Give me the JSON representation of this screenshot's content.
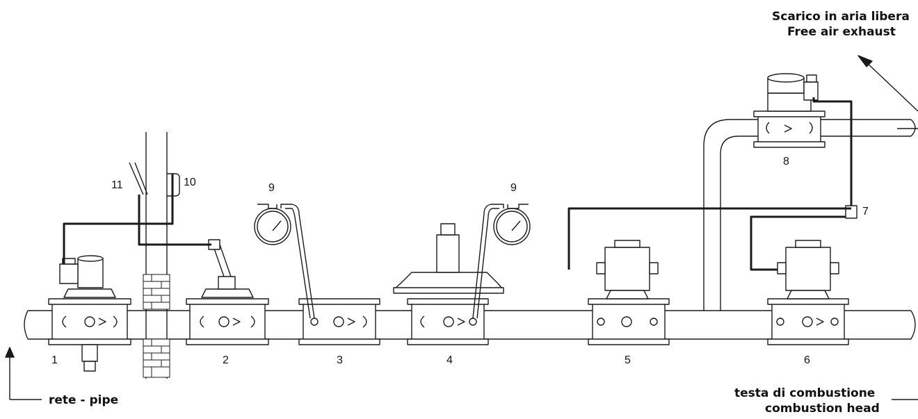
{
  "labels": {
    "exhaust_it": "Scarico in aria libera",
    "exhaust_en": "Free air exhaust",
    "inlet": "rete - pipe",
    "head_it": "testa di combustione",
    "head_en": "combustion head"
  },
  "numbers": [
    "1",
    "2",
    "3",
    "4",
    "5",
    "6",
    "7",
    "8",
    "9",
    "9",
    "10",
    "11"
  ],
  "colors": {
    "line": "#1a1a1a",
    "fill": "#ffffff"
  }
}
